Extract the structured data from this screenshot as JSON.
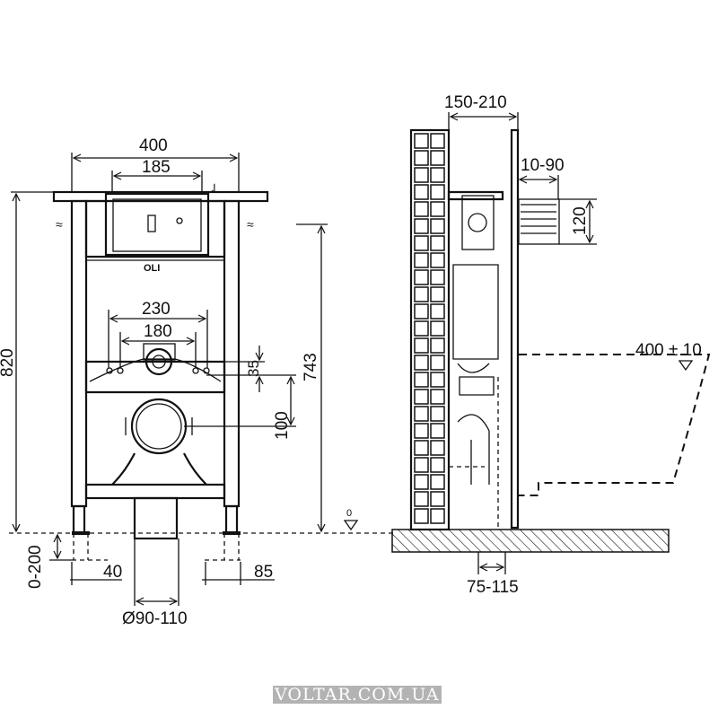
{
  "front_view": {
    "dim_width_frame": "400",
    "dim_width_plate": "185",
    "dim_230": "230",
    "dim_180": "180",
    "dim_35": "35",
    "dim_100": "100",
    "dim_743": "743",
    "dim_820": "820",
    "dim_leg_adjust": "0-200",
    "dim_40": "40",
    "dim_85": "85",
    "dim_drain": "Ø90-110",
    "floor_level": "0",
    "logo": "OLI"
  },
  "side_view": {
    "dim_depth": "150-210",
    "dim_10_90": "10-90",
    "dim_120": "120",
    "dim_seat_height": "400 ± 10",
    "dim_75_115": "75-115"
  },
  "watermark": "VOLTAR.COM.UA"
}
